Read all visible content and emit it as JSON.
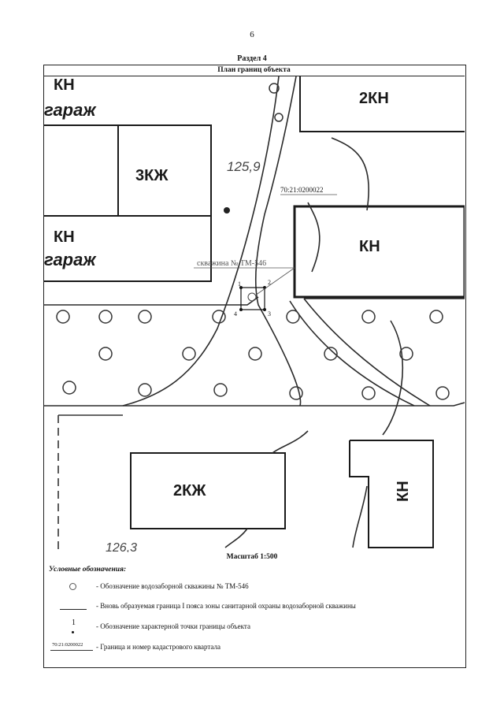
{
  "page": {
    "number": "6"
  },
  "section": {
    "title": "Раздел 4"
  },
  "plan": {
    "title": "План границ объекта",
    "scale": "Масштаб 1:500",
    "labels": {
      "kn_top_left": "КН",
      "garage_1": "гараж",
      "kn_top_right": "2КН",
      "zhzh_3": "3КЖ",
      "elevation_top": "125,9",
      "cadastral": "70:21:0200022",
      "kn_mid_left": "КН",
      "garage_2": "гараж",
      "kn_right": "КН",
      "well": "скважина № ТМ-546",
      "point_1": "1",
      "point_2": "2",
      "point_3": "3",
      "point_4": "4",
      "zhzh_2": "2КЖ",
      "kn_bottom_right": "КН",
      "elevation_bottom": "126,3"
    }
  },
  "legend": {
    "title": "Условные обозначения:",
    "items": [
      {
        "text": "- Обозначение водозаборной скважины № ТМ-546"
      },
      {
        "text": "- Вновь образуемая граница I пояса зоны санитарной охраны водозаборной скважины"
      },
      {
        "symbol": "1",
        "text": "- Обозначение характерной точки границы объекта"
      },
      {
        "symbol": "70:21:0200022",
        "text": "- Граница и номер кадастрового квартала"
      }
    ]
  }
}
